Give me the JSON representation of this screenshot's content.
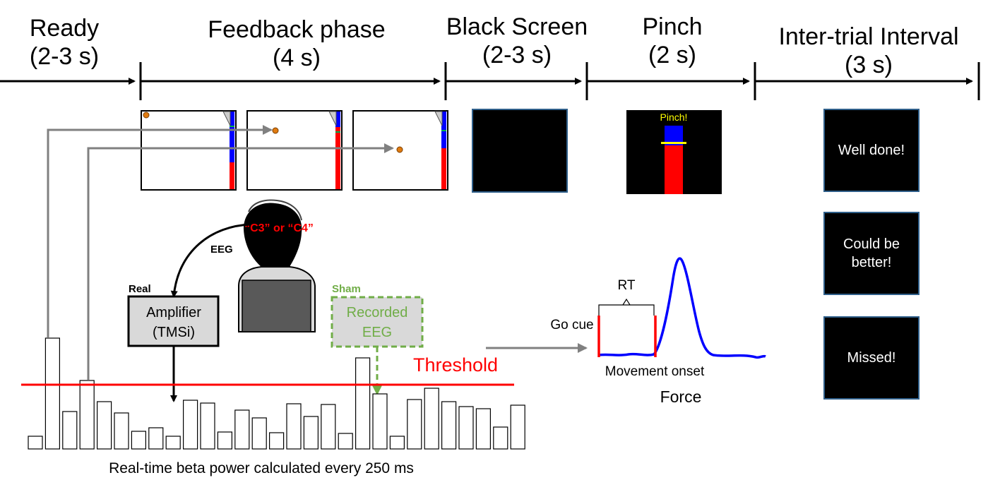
{
  "timeline": {
    "phases": [
      {
        "name": "Ready",
        "duration": "(2-3 s)"
      },
      {
        "name": "Feedback phase",
        "duration": "(4 s)"
      },
      {
        "name": "Black Screen",
        "duration": "(2-3 s)"
      },
      {
        "name": "Pinch",
        "duration": "(2 s)"
      },
      {
        "name": "Inter-trial Interval",
        "duration": "(3 s)"
      }
    ]
  },
  "pinch_screen": {
    "cue": "Pinch!"
  },
  "iti_messages": [
    "Well done!",
    "Could be\nbetter!",
    "Missed!"
  ],
  "setup": {
    "electrodes": "“C3” or “C4”",
    "eeg_arrow_label": "EEG",
    "real_label": "Real",
    "amplifier": {
      "line1": "Amplifier",
      "line2": "(TMSi)"
    },
    "sham_label": "Sham",
    "recorded": {
      "line1": "Recorded",
      "line2": "EEG"
    }
  },
  "threshold_label": "Threshold",
  "beta_caption": "Real-time beta power calculated every 250 ms",
  "force": {
    "rt_label": "RT",
    "go_cue": "Go cue",
    "movement_onset": "Movement onset",
    "title": "Force"
  },
  "colors": {
    "threshold": "#ff0000",
    "sham": "#70ad47",
    "force_trace": "#0000ff",
    "cue_marker": "#ff0000",
    "arrow_gray": "#808080",
    "pinch_blue": "#0000ff",
    "pinch_red": "#ff0000",
    "pinch_level": "#ffff00"
  },
  "beta_power_bars": [
    18,
    157,
    53,
    97,
    67,
    51,
    25,
    30,
    18,
    69,
    65,
    24,
    55,
    44,
    23,
    64,
    46,
    63,
    22,
    129,
    78,
    18,
    70,
    86,
    67,
    60,
    57,
    31,
    62
  ]
}
